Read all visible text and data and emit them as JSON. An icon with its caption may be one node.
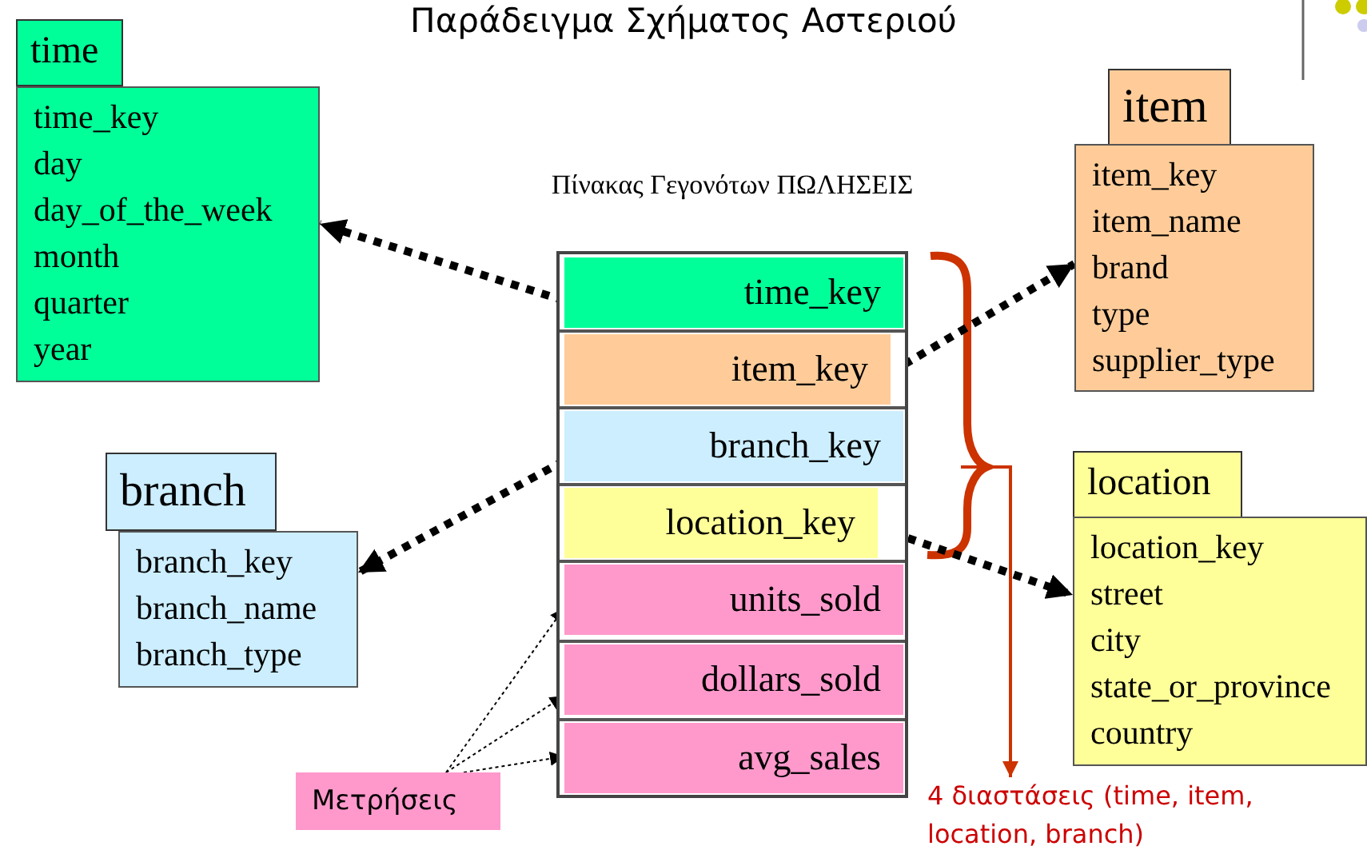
{
  "diagram": {
    "title": "Παράδειγμα Σχήματος Αστεριού",
    "nodes": [
      {
        "text": [
          "time",
          "time_key",
          "day",
          "day_of_the_week",
          "month",
          "quarter",
          "year"
        ]
      },
      {
        "text": [
          "item",
          "item_key",
          "item_name",
          "brand",
          "type",
          "supplier_type"
        ]
      },
      {
        "text": [
          "Πίνακας Γεγονότων ΠΩΛΗΣΕΙΣ"
        ]
      },
      {
        "text": [
          "time_key"
        ],
        "in": 2
      },
      {
        "text": [
          "item_key"
        ],
        "in": 2
      },
      {
        "text": [
          "branch_key"
        ],
        "in": 2
      },
      {
        "text": [
          "location_key"
        ],
        "in": 2
      },
      {
        "text": [
          "units_sold"
        ],
        "in": 2
      },
      {
        "text": [
          "dollars_sold"
        ],
        "in": 2
      },
      {
        "text": [
          "avg_sales"
        ],
        "in": 2
      },
      {
        "text": [
          "branch",
          "branch_key",
          "branch_name",
          "branch_type"
        ]
      },
      {
        "text": [
          "location",
          "location_key",
          "street",
          "city",
          "state_or_province",
          "country"
        ]
      },
      {
        "text": [
          "Μετρήσεις"
        ]
      },
      {
        "text": [
          "4 διαστάσεις (time, item, location, branch)"
        ]
      }
    ],
    "edges": [
      {
        "from": 3,
        "to": 0,
        "arrow": "to",
        "style": "dashed"
      },
      {
        "from": 4,
        "to": 1,
        "arrow": "to",
        "style": "dashed"
      },
      {
        "from": 5,
        "to": 10,
        "arrow": "to",
        "style": "dashed"
      },
      {
        "from": 6,
        "to": 11,
        "arrow": "to",
        "style": "dashed"
      },
      {
        "from": 12,
        "to": 7,
        "arrow": "to",
        "style": "dashed"
      },
      {
        "from": 12,
        "to": 8,
        "arrow": "to",
        "style": "dashed"
      },
      {
        "from": 12,
        "to": 9,
        "arrow": "to",
        "style": "dashed"
      },
      {
        "from": null,
        "to": 13,
        "arrow": "to",
        "color": "#cc3300"
      }
    ]
  }
}
